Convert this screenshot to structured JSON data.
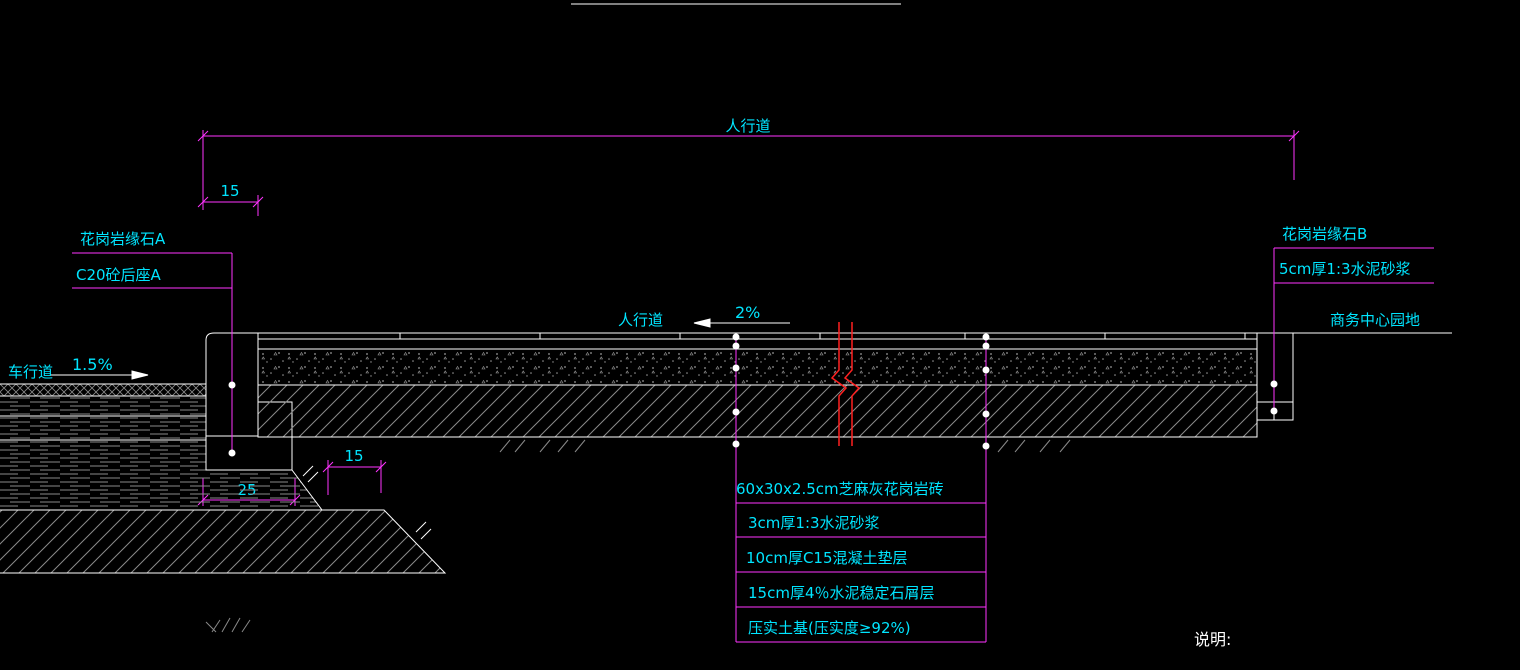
{
  "colors": {
    "background": "#000000",
    "text": "#00e5ff",
    "dimension": "#ff33ff",
    "leader": "#ff33ff",
    "outline": "#ffffff",
    "hatch": "#8a8a8a",
    "break_line": "#ff2020",
    "note_text": "#ffffff"
  },
  "dimensions": {
    "sidewalk_width": "人行道",
    "curb_a_width": "15",
    "base_width": "25",
    "right_offset": "15"
  },
  "labels": {
    "roadway": "车行道",
    "roadway_slope": "1.5%",
    "sidewalk": "人行道",
    "sidewalk_slope": "2%",
    "business_green": "商务中心园地"
  },
  "callouts": {
    "left": [
      "花岗岩缘石A",
      "C20砼后座A"
    ],
    "right": [
      "花岗岩缘石B",
      "5cm厚1:3水泥砂浆"
    ]
  },
  "layers": [
    "60x30x2.5cm芝麻灰花岗岩砖",
    "3cm厚1:3水泥砂浆",
    "10cm厚C15混凝土垫层",
    "15cm厚4％水泥稳定石屑层",
    "压实土基(压实度≥92%)"
  ],
  "note_title": "说明:"
}
